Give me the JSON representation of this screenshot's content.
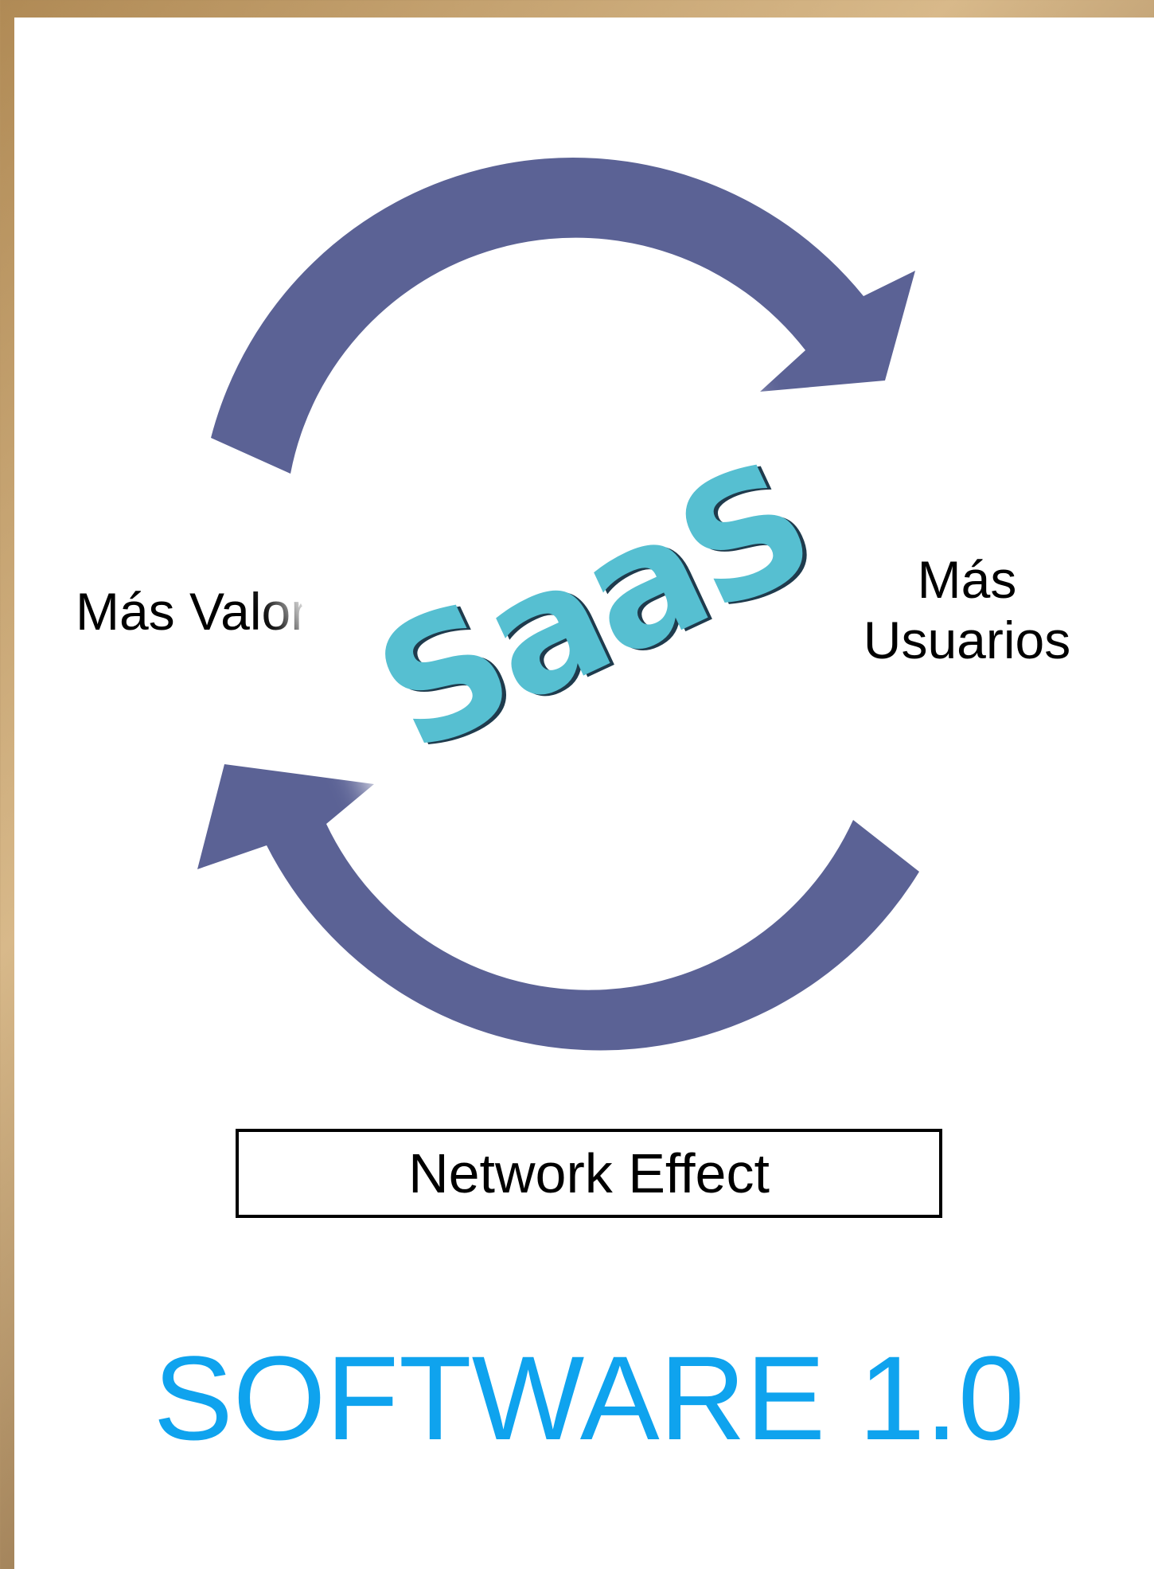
{
  "diagram": {
    "cycle_color": "#5b6295",
    "nodes": {
      "left_label": "Más Valor",
      "right_label_line1": "Más",
      "right_label_line2": "Usuarios"
    },
    "center_image": {
      "word": "SaaS",
      "accent_color": "#56bfd1"
    },
    "caption": "Network Effect"
  },
  "footer": {
    "title": "SOFTWARE 1.0",
    "title_color": "#0fa3ee"
  }
}
